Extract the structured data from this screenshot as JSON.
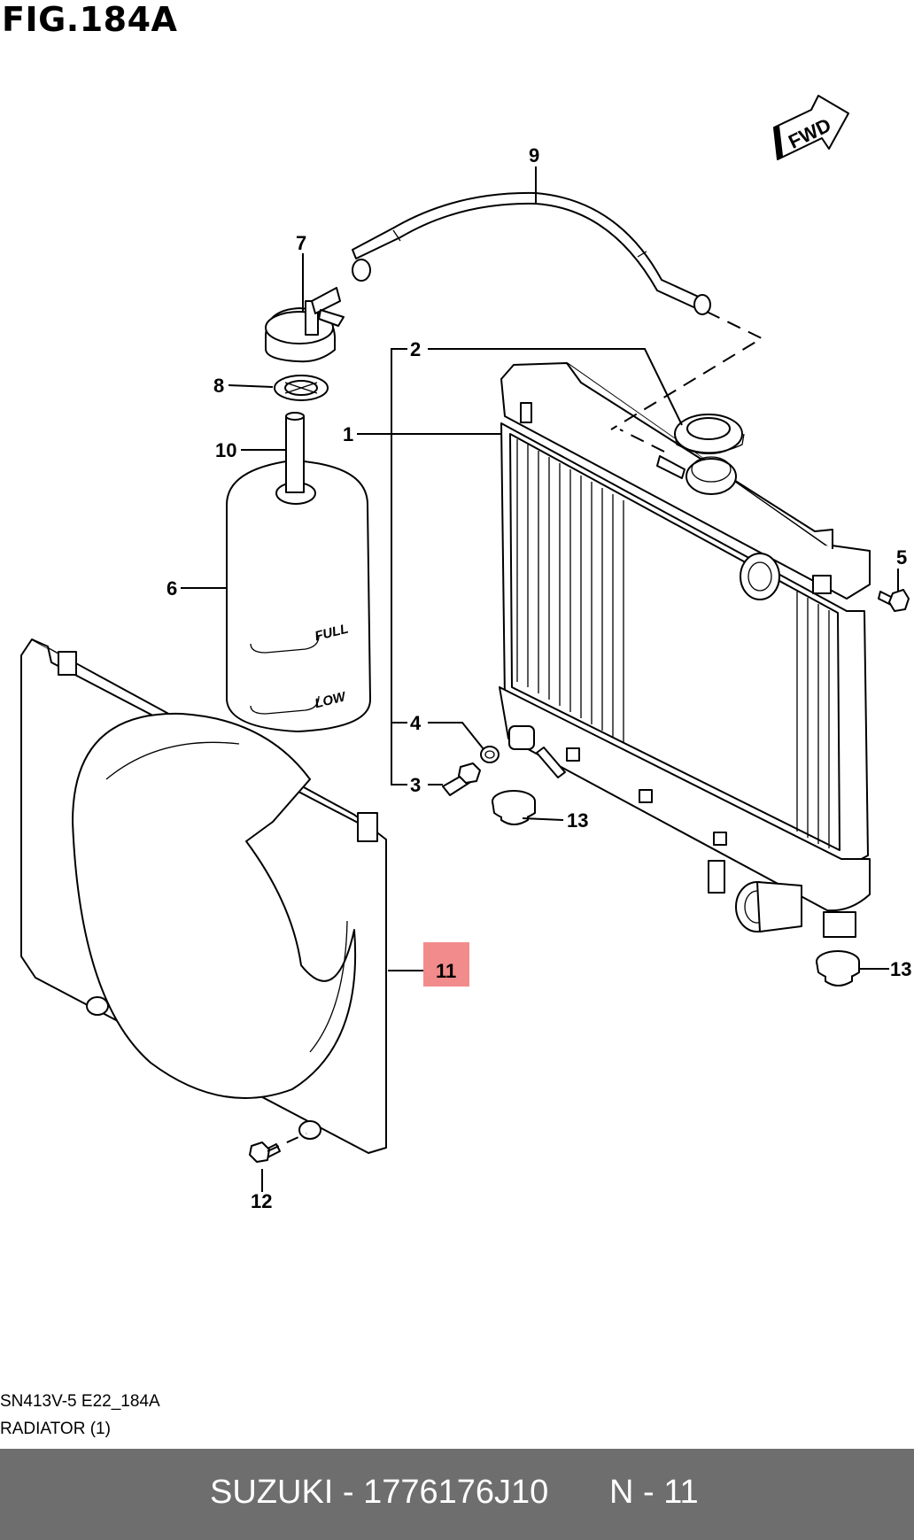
{
  "figure": {
    "title": "FIG.184A"
  },
  "fwd_label": "FWD",
  "callouts": {
    "c1": "1",
    "c2": "2",
    "c3": "3",
    "c4": "4",
    "c5": "5",
    "c6": "6",
    "c7": "7",
    "c8": "8",
    "c9": "9",
    "c10": "10",
    "c11": "11",
    "c12": "12",
    "c13a": "13",
    "c13b": "13"
  },
  "reservoir_marks": {
    "full": "FULL",
    "low": "LOW"
  },
  "highlight": {
    "part": "11",
    "color": "#f28b8b"
  },
  "caption": {
    "code": "SN413V-5 E22_184A",
    "title": "RADIATOR (1)"
  },
  "footer": {
    "brand_part": "SUZUKI - 1776176J10",
    "page": "N - 11",
    "background": "#6e6e6e"
  }
}
